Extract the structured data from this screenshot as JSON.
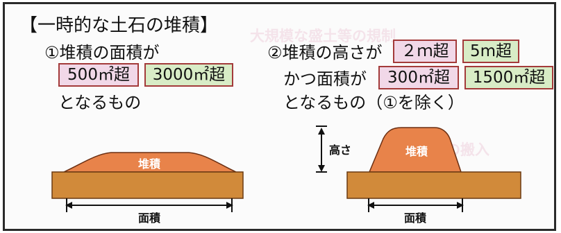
{
  "title": "【一時的な土石の堆積】",
  "case1": {
    "heading": "①堆積の面積が",
    "box_pink": "500㎡超",
    "box_green": "3000㎡超",
    "suffix": "となるもの",
    "pile_label": "堆積",
    "area_label": "面積"
  },
  "case2": {
    "heading": "②堆積の高さが",
    "box_height_pink": "２ｍ超",
    "box_height_green": "5m超",
    "and_area": "かつ面積が",
    "box_area_pink": "300㎡超",
    "box_area_green": "1500㎡超",
    "suffix": "となるもの（①を除く）",
    "pile_label": "堆積",
    "height_label": "高さ",
    "area_label": "面積"
  },
  "colors": {
    "soil": "#e8834a",
    "ground": "#d18a3a",
    "pink_box": "#f1d8e8",
    "green_box": "#d8ecc6",
    "box_border": "#a33a3a"
  }
}
